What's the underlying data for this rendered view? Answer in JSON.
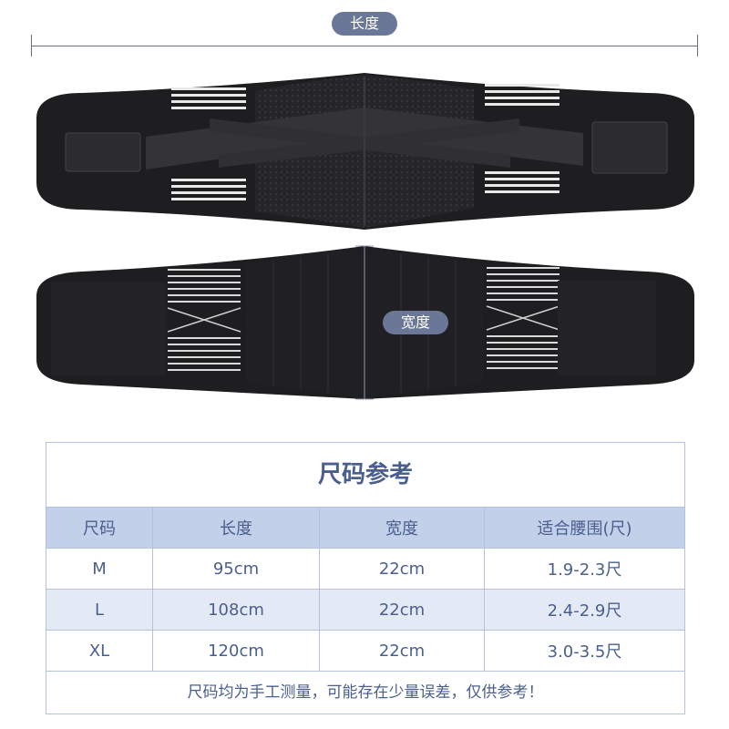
{
  "labels": {
    "length": "长度",
    "width": "宽度"
  },
  "table": {
    "title": "尺码参考",
    "headers": [
      "尺码",
      "长度",
      "宽度",
      "适合腰围(尺)"
    ],
    "rows": [
      [
        "M",
        "95cm",
        "22cm",
        "1.9-2.3尺"
      ],
      [
        "L",
        "108cm",
        "22cm",
        "2.4-2.9尺"
      ],
      [
        "XL",
        "120cm",
        "22cm",
        "3.0-3.5尺"
      ]
    ],
    "note": "尺码均为手工测量，可能存在少量误差，仅供参考！"
  },
  "colors": {
    "belt": "#1e1e20",
    "accent": "#6b7796",
    "table_text": "#4a5f8e",
    "table_header_bg": "#c3d0ea"
  }
}
